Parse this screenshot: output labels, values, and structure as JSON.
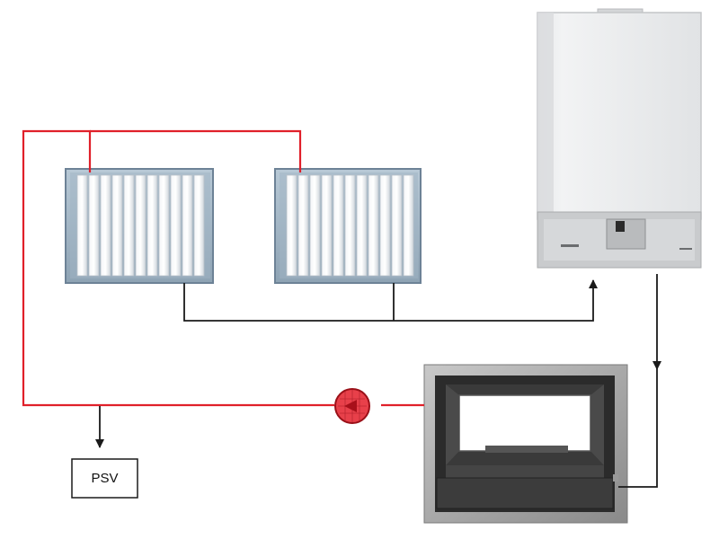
{
  "diagram": {
    "components": {
      "radiator_1": {
        "icon": "radiator"
      },
      "radiator_2": {
        "icon": "radiator"
      },
      "boiler": {
        "icon": "wall-mounted-gas-boiler"
      },
      "fireplace": {
        "icon": "fireplace-insert"
      },
      "pump": {
        "icon": "circulation-pump"
      },
      "psv": {
        "label": "PSV"
      }
    },
    "colors": {
      "flow_pipe": "#e0202a",
      "return_pipe": "#1a1a1a",
      "pump_fill": "#e8404a"
    },
    "connections": [
      {
        "from": "fireplace",
        "to": "radiator_1",
        "via": "pump",
        "pipe": "flow"
      },
      {
        "from": "fireplace",
        "to": "radiator_2",
        "via": "pump",
        "pipe": "flow"
      },
      {
        "from": "flow-pipe",
        "to": "psv",
        "pipe": "return"
      },
      {
        "from": "radiator_1",
        "to": "boiler",
        "pipe": "return"
      },
      {
        "from": "radiator_2",
        "to": "boiler",
        "pipe": "return"
      },
      {
        "from": "boiler",
        "to": "fireplace",
        "pipe": "return"
      }
    ]
  }
}
